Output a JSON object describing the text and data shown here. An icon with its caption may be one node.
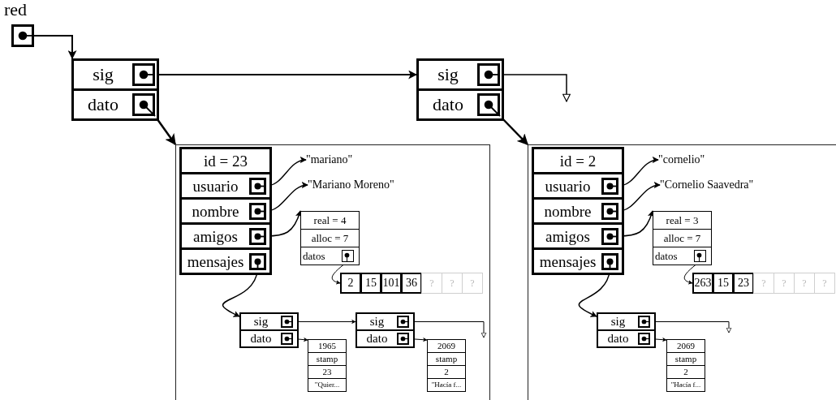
{
  "diagram": {
    "nodes": [
      {
        "text": [
          "red"
        ]
      },
      {
        "text": [
          "sig"
        ]
      },
      {
        "text": [
          "dato"
        ]
      },
      {
        "text": [
          "sig"
        ]
      },
      {
        "text": [
          "dato"
        ]
      },
      {
        "text": [],
        "shape": "box"
      },
      {
        "text": [
          "id = 23"
        ],
        "in": 5
      },
      {
        "text": [
          "usuario"
        ],
        "in": 5
      },
      {
        "text": [
          "nombre"
        ],
        "in": 5
      },
      {
        "text": [
          "amigos"
        ],
        "in": 5
      },
      {
        "text": [
          "mensajes"
        ],
        "in": 5
      },
      {
        "text": [
          "\"mariano\""
        ],
        "in": 5
      },
      {
        "text": [
          "\"Mariano Moreno\""
        ],
        "in": 5
      },
      {
        "text": [
          "real = 4"
        ],
        "in": 5
      },
      {
        "text": [
          "alloc = 7"
        ],
        "in": 5
      },
      {
        "text": [
          "datos"
        ],
        "in": 5
      },
      {
        "text": [
          "2"
        ],
        "in": 5
      },
      {
        "text": [
          "15"
        ],
        "in": 5
      },
      {
        "text": [
          "101"
        ],
        "in": 5
      },
      {
        "text": [
          "36"
        ],
        "in": 5
      },
      {
        "text": [
          "?"
        ],
        "in": 5
      },
      {
        "text": [
          "?"
        ],
        "in": 5
      },
      {
        "text": [
          "?"
        ],
        "in": 5
      },
      {
        "text": [
          "sig"
        ],
        "in": 5
      },
      {
        "text": [
          "dato"
        ],
        "in": 5
      },
      {
        "text": [
          "sig"
        ],
        "in": 5
      },
      {
        "text": [
          "dato"
        ],
        "in": 5
      },
      {
        "text": [
          "1965"
        ],
        "in": 5
      },
      {
        "text": [
          "stamp"
        ],
        "in": 5
      },
      {
        "text": [
          "23"
        ],
        "in": 5
      },
      {
        "text": [
          "\"Quier..."
        ],
        "in": 5
      },
      {
        "text": [
          "2069"
        ],
        "in": 5
      },
      {
        "text": [
          "stamp"
        ],
        "in": 5
      },
      {
        "text": [
          "2"
        ],
        "in": 5
      },
      {
        "text": [
          "\"Hacía f..."
        ],
        "in": 5
      },
      {
        "text": [],
        "shape": "box"
      },
      {
        "text": [
          "id = 2"
        ],
        "in": 35
      },
      {
        "text": [
          "usuario"
        ],
        "in": 35
      },
      {
        "text": [
          "nombre"
        ],
        "in": 35
      },
      {
        "text": [
          "amigos"
        ],
        "in": 35
      },
      {
        "text": [
          "mensajes"
        ],
        "in": 35
      },
      {
        "text": [
          "\"cornelio\""
        ],
        "in": 35
      },
      {
        "text": [
          "\"Cornelio Saavedra\""
        ],
        "in": 35
      },
      {
        "text": [
          "real = 3"
        ],
        "in": 35
      },
      {
        "text": [
          "alloc = 7"
        ],
        "in": 35
      },
      {
        "text": [
          "datos"
        ],
        "in": 35
      },
      {
        "text": [
          "263"
        ],
        "in": 35
      },
      {
        "text": [
          "15"
        ],
        "in": 35
      },
      {
        "text": [
          "23"
        ],
        "in": 35
      },
      {
        "text": [
          "?"
        ],
        "in": 35
      },
      {
        "text": [
          "?"
        ],
        "in": 35
      },
      {
        "text": [
          "?"
        ],
        "in": 35
      },
      {
        "text": [
          "?"
        ],
        "in": 35
      },
      {
        "text": [
          "sig"
        ],
        "in": 35
      },
      {
        "text": [
          "dato"
        ],
        "in": 35
      },
      {
        "text": [
          "2069"
        ],
        "in": 35
      },
      {
        "text": [
          "stamp"
        ],
        "in": 35
      },
      {
        "text": [
          "2"
        ],
        "in": 35
      },
      {
        "text": [
          "\"Hacía f..."
        ],
        "in": 35
      }
    ],
    "edges": [
      {
        "from": 0,
        "to": 1,
        "arrow": "to"
      },
      {
        "from": 1,
        "to": 3,
        "arrow": "to"
      },
      {
        "from": 3,
        "to": null,
        "arrow": "to"
      },
      {
        "from": 2,
        "to": 5,
        "arrow": "to"
      },
      {
        "from": 4,
        "to": 35,
        "arrow": "to"
      },
      {
        "from": 7,
        "to": 11,
        "arrow": "to"
      },
      {
        "from": 8,
        "to": 12,
        "arrow": "to"
      },
      {
        "from": 9,
        "to": 13,
        "arrow": "to"
      },
      {
        "from": 10,
        "to": 23,
        "arrow": "to"
      },
      {
        "from": 15,
        "to": 16,
        "arrow": "to"
      },
      {
        "from": 23,
        "to": 25,
        "arrow": "to"
      },
      {
        "from": 24,
        "to": 27,
        "arrow": "to"
      },
      {
        "from": 25,
        "to": null,
        "arrow": "to"
      },
      {
        "from": 26,
        "to": 31,
        "arrow": "to"
      },
      {
        "from": 37,
        "to": 41,
        "arrow": "to"
      },
      {
        "from": 38,
        "to": 42,
        "arrow": "to"
      },
      {
        "from": 39,
        "to": 43,
        "arrow": "to"
      },
      {
        "from": 40,
        "to": 53,
        "arrow": "to"
      },
      {
        "from": 45,
        "to": 46,
        "arrow": "to"
      },
      {
        "from": 53,
        "to": null,
        "arrow": "to"
      },
      {
        "from": 54,
        "to": 55,
        "arrow": "to"
      }
    ]
  }
}
